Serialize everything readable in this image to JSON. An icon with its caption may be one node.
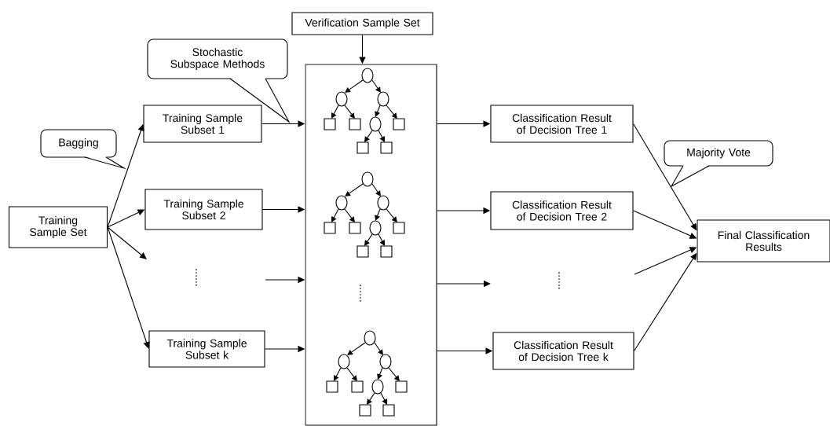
{
  "diagram": {
    "nodes": [
      {
        "text": [
          "Training Sample Set"
        ]
      },
      {
        "text": [
          "Training Sample Subset 1"
        ]
      },
      {
        "text": [
          "Training Sample Subset 2"
        ]
      },
      {
        "text": [
          "Training Sample Subset k"
        ]
      },
      {
        "text": [
          "Verification Sample Set"
        ]
      },
      {
        "text": [],
        "shape": "box"
      },
      {
        "text": [
          "Classification Result of Decision Tree 1"
        ]
      },
      {
        "text": [
          "Classification Result of Decision Tree 2"
        ]
      },
      {
        "text": [
          "Classification Result of Decision Tree k"
        ]
      },
      {
        "text": [
          "Final Classification Results"
        ]
      },
      {
        "text": [
          "Bagging"
        ]
      },
      {
        "text": [
          "Stochastic Subspace Methods"
        ]
      },
      {
        "text": [
          "Majority Vote"
        ]
      }
    ],
    "edges": [
      {
        "from": 0,
        "to": 1,
        "arrow": "to"
      },
      {
        "from": 0,
        "to": 2,
        "arrow": "to"
      },
      {
        "from": 0,
        "to": null,
        "arrow": "to"
      },
      {
        "from": 0,
        "to": 3,
        "arrow": "to"
      },
      {
        "from": 1,
        "to": 5,
        "arrow": "to"
      },
      {
        "from": 2,
        "to": 5,
        "arrow": "to"
      },
      {
        "from": null,
        "to": 5,
        "arrow": "to"
      },
      {
        "from": 3,
        "to": 5,
        "arrow": "to"
      },
      {
        "from": 4,
        "to": 5,
        "arrow": "to"
      },
      {
        "from": 5,
        "to": 6,
        "arrow": "to"
      },
      {
        "from": 5,
        "to": 7,
        "arrow": "to"
      },
      {
        "from": 5,
        "to": null,
        "arrow": "to"
      },
      {
        "from": 5,
        "to": 8,
        "arrow": "to"
      },
      {
        "from": 6,
        "to": 9,
        "arrow": "to"
      },
      {
        "from": 7,
        "to": 9,
        "arrow": "to"
      },
      {
        "from": null,
        "to": 9,
        "arrow": "to"
      },
      {
        "from": 8,
        "to": 9,
        "arrow": "to"
      }
    ],
    "labels": [
      "......",
      "......",
      "......"
    ]
  }
}
